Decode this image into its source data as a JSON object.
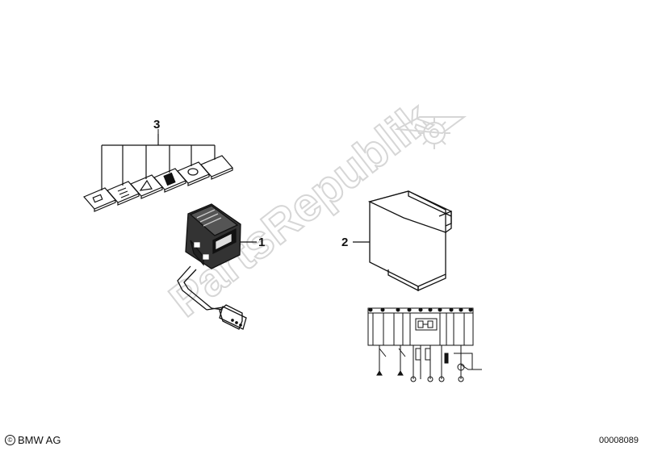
{
  "callouts": {
    "part_3": "3",
    "part_1": "1",
    "part_2": "2"
  },
  "footer": {
    "copyright": "BMW AG",
    "diagram_number": "00008089"
  },
  "watermark": {
    "text": "PartsRepublik"
  },
  "colors": {
    "line": "#111111",
    "watermark": "#dcdcdc",
    "background": "#ffffff"
  }
}
